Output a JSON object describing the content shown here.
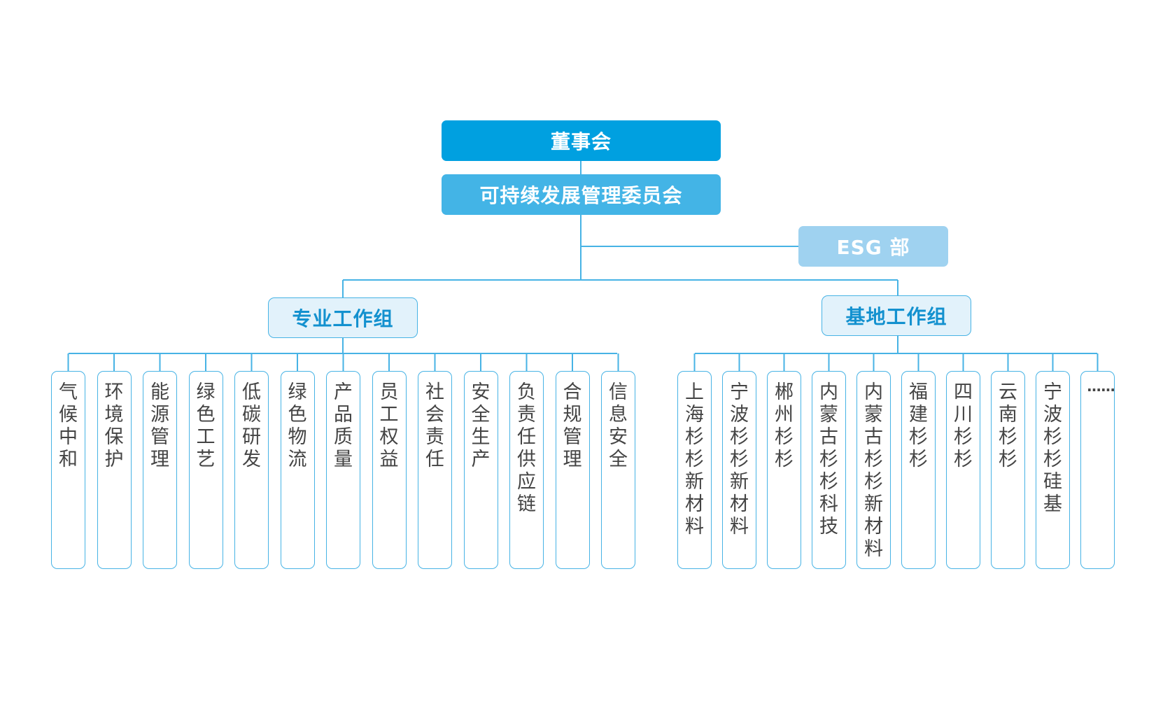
{
  "board": {
    "label": "董事会"
  },
  "committee": {
    "label": "可持续发展管理委员会"
  },
  "esg_department": {
    "label": "ESG 部"
  },
  "professional_group": {
    "label": "专业工作组",
    "items": [
      "气候中和",
      "环境保护",
      "能源管理",
      "绿色工艺",
      "低碳研发",
      "绿色物流",
      "产品质量",
      "员工权益",
      "社会责任",
      "安全生产",
      "负责任供应链",
      "合规管理",
      "信息安全"
    ]
  },
  "base_group": {
    "label": "基地工作组",
    "items": [
      "上海杉杉新材料",
      "宁波杉杉新材料",
      "郴州杉杉",
      "内蒙古杉杉科技",
      "内蒙古杉杉新材料",
      "福建杉杉",
      "四川杉杉",
      "云南杉杉",
      "宁波杉杉硅基",
      "……"
    ]
  },
  "colors": {
    "board_fill": "#00a0e0",
    "committee_fill": "#43b4e6",
    "esg_fill": "#9fd2f0",
    "group_fill": "#e2f2fb",
    "group_text": "#1391cf",
    "line": "#47b3e5",
    "leaf_text": "#444444"
  }
}
